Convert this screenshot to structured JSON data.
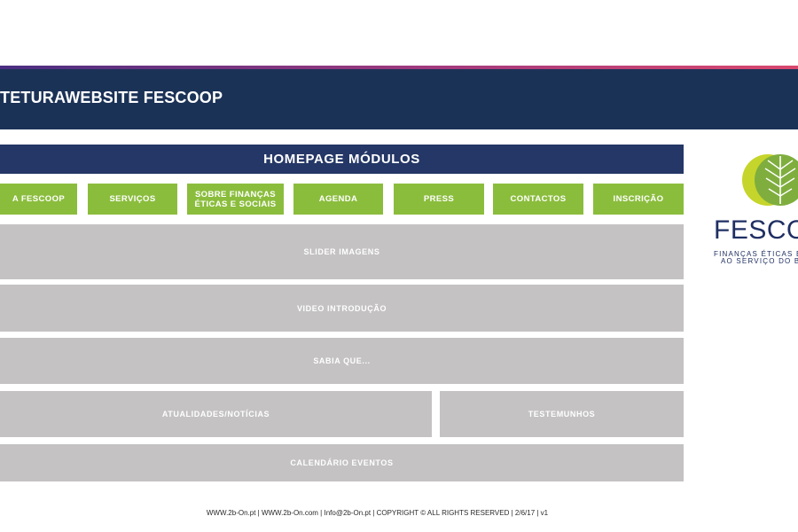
{
  "header": {
    "title": "TETURAWEBSITE FESCOOP"
  },
  "homepage": {
    "title": "HOMEPAGE MÓDULOS"
  },
  "nav": {
    "items": [
      {
        "label": "A FESCOOP"
      },
      {
        "label": "SERVIÇOS"
      },
      {
        "label": "SOBRE FINANÇAS\nÉTICAS E SOCIAIS"
      },
      {
        "label": "AGENDA"
      },
      {
        "label": "PRESS"
      },
      {
        "label": "CONTACTOS"
      },
      {
        "label": "INSCRIÇÃO"
      }
    ]
  },
  "modules": {
    "slider": "SLIDER IMAGENS",
    "video": "VIDEO INTRODUÇÃO",
    "sabia": "SABIA QUE...",
    "atualidades": "ATUALIDADES/NOTÍCIAS",
    "testemunhos": "TESTEMUNHOS",
    "calendario": "CALENDÁRIO EVENTOS"
  },
  "logo": {
    "word": "FESCO",
    "tagline_1": "FINANÇAS ÉTICAS E",
    "tagline_2": "AO SERVIÇO DO BE"
  },
  "footer": {
    "text": "WWW.2b-On.pt | WWW.2b-On.com | Info@2b-On.pt | COPYRIGHT © ALL RIGHTS RESERVED | 2/6/17 | v1"
  },
  "colors": {
    "header_navy": "#1b3257",
    "module_bar_navy": "#243766",
    "nav_green": "#8bbd3d",
    "module_grey": "#c4c2c3",
    "logo_lime": "#c6d52b",
    "logo_green": "#7fae3e"
  }
}
